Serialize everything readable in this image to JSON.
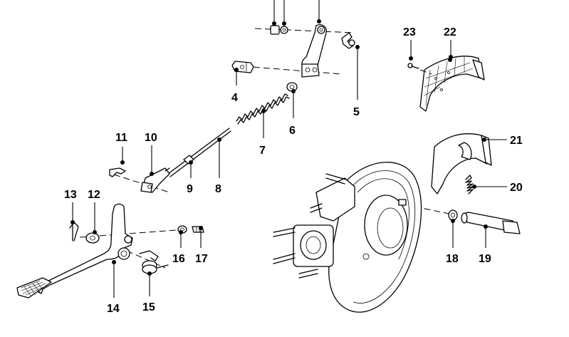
{
  "diagram": {
    "callouts": {
      "c4": "4",
      "c5": "5",
      "c6": "6",
      "c7": "7",
      "c8": "8",
      "c9": "9",
      "c10": "10",
      "c11": "11",
      "c12": "12",
      "c13": "13",
      "c14": "14",
      "c15": "15",
      "c16": "16",
      "c17": "17",
      "c18": "18",
      "c19": "19",
      "c20": "20",
      "c21": "21",
      "c22": "22",
      "c23": "23"
    }
  }
}
